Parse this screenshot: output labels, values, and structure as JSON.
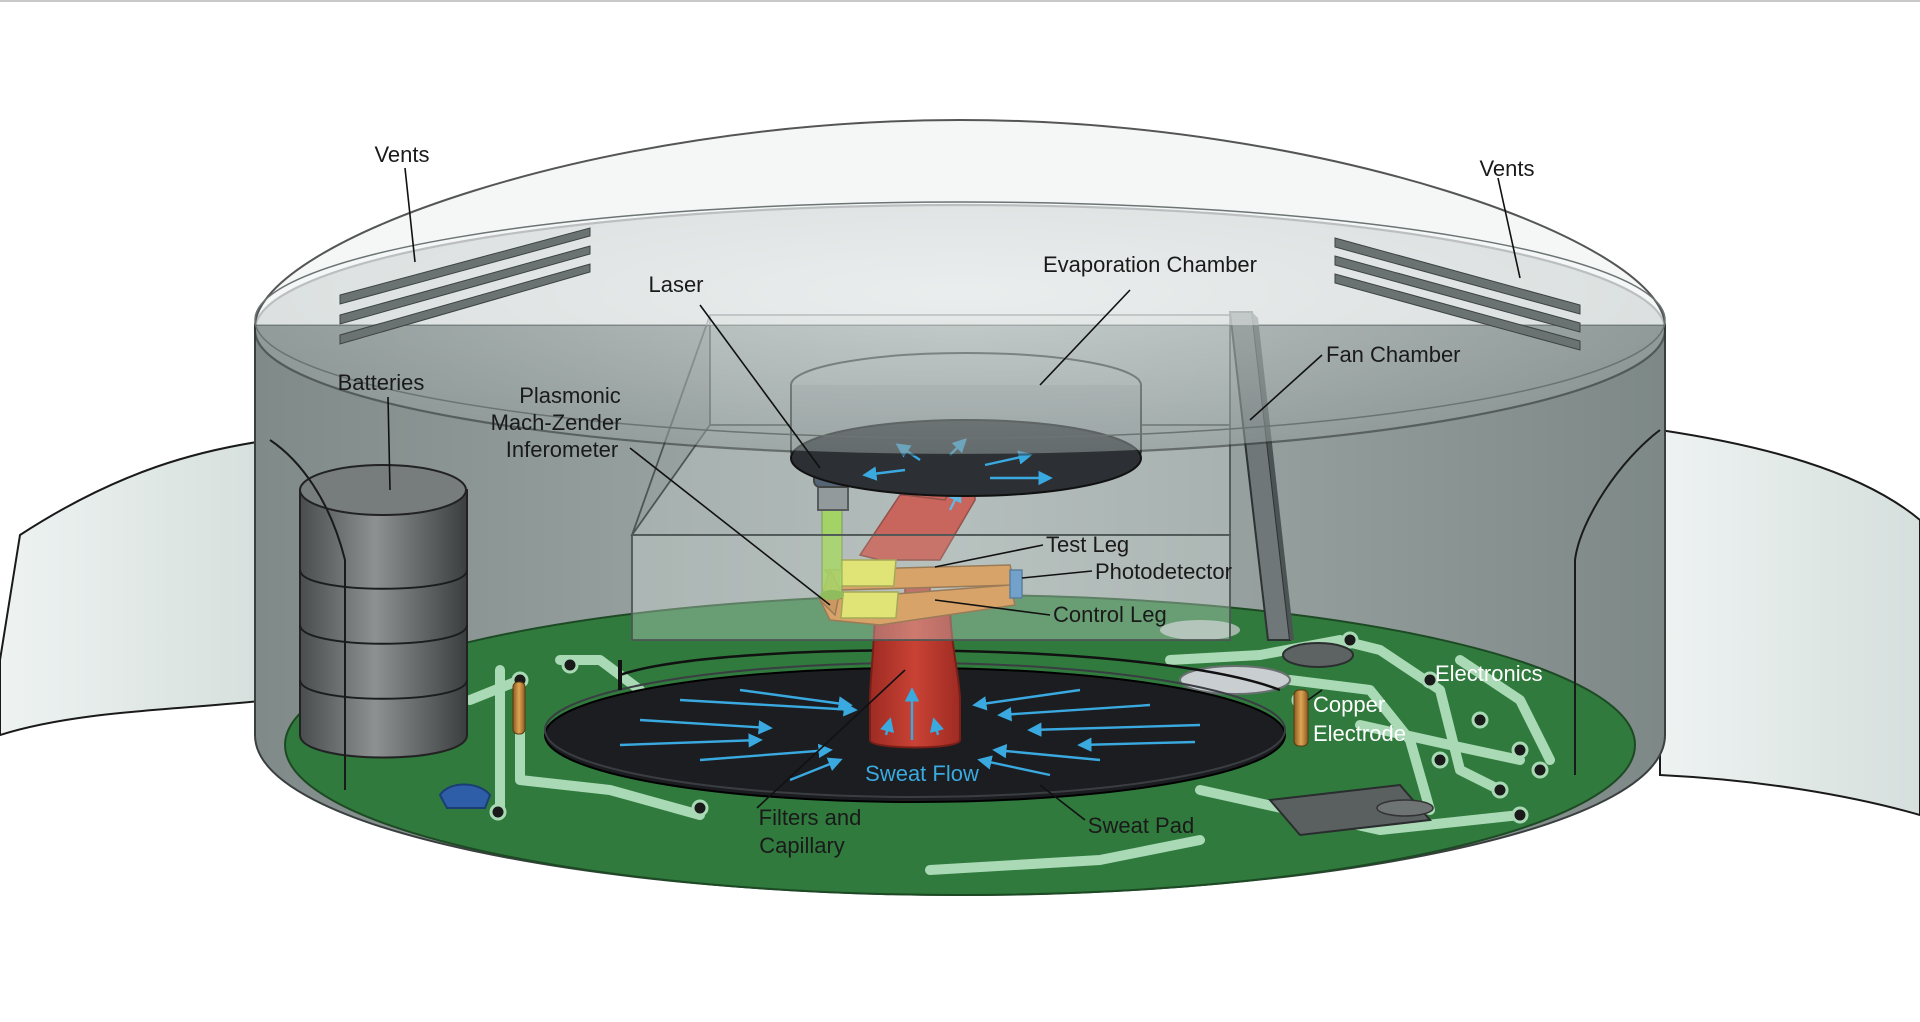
{
  "colors": {
    "board": "#2f7a3c",
    "trace": "#a9d9b5",
    "housing": "#8a9594",
    "strap": "#e3ebe9",
    "capillary": "#c23a2f",
    "interferometer": "#d9822b",
    "sweat_arrows": "#3aa9e0",
    "copper": "#c98a3a"
  },
  "labels": {
    "vents_left": "Vents",
    "vents_right": "Vents",
    "evaporation_chamber": "Evaporation Chamber",
    "laser": "Laser",
    "fan_chamber": "Fan Chamber",
    "batteries": "Batteries",
    "interferometer_1": "Plasmonic",
    "interferometer_2": "Mach-Zender",
    "interferometer_3": "Inferometer",
    "test_leg": "Test Leg",
    "photodetector": "Photodetector",
    "control_leg": "Control Leg",
    "electronics": "Electronics",
    "copper_electrode_1": "Copper",
    "copper_electrode_2": "Electrode",
    "sweat_flow": "Sweat Flow",
    "filters_1": "Filters and",
    "filters_2": "Capillary",
    "sweat_pad": "Sweat Pad"
  }
}
